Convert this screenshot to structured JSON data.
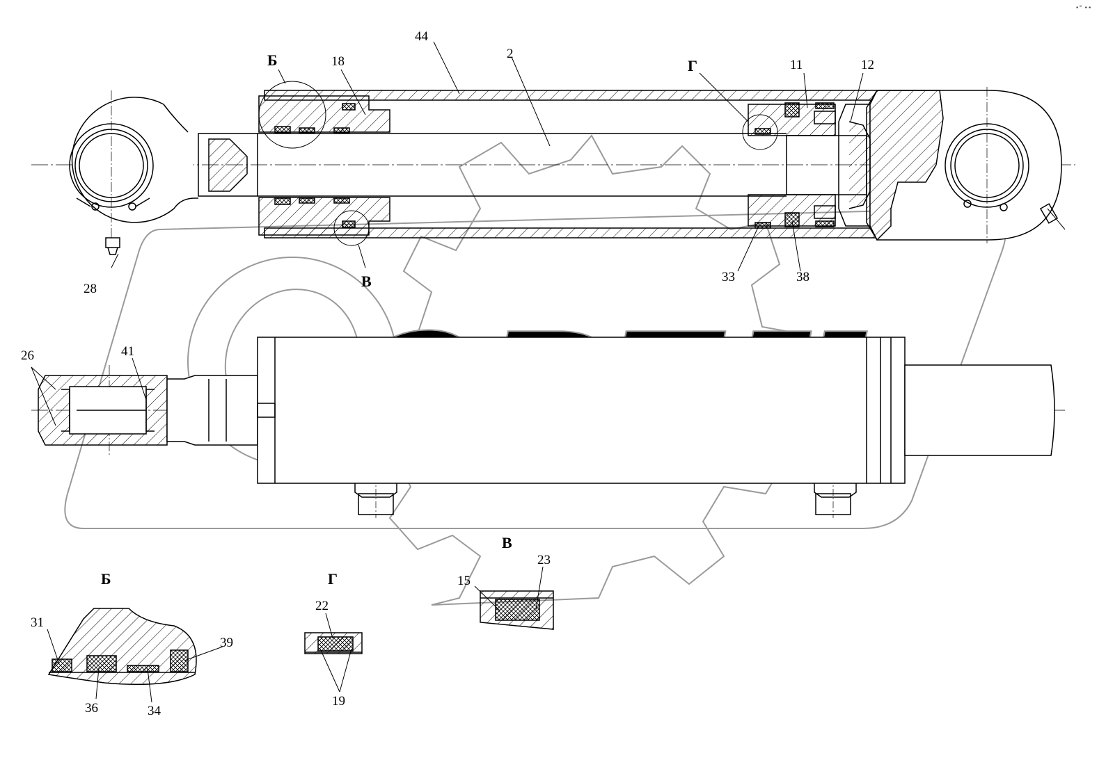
{
  "watermark": "OPEX",
  "corner_mark": "•° ••",
  "views": {
    "b": "Б",
    "v": "В",
    "g": "Г"
  },
  "callouts": {
    "n44": "44",
    "n2": "2",
    "n18": "18",
    "n11": "11",
    "n12": "12",
    "n28": "28",
    "n33": "33",
    "n38": "38",
    "n26": "26",
    "n41": "41",
    "n23": "23",
    "n15": "15",
    "n22": "22",
    "n19": "19",
    "n31": "31",
    "n39": "39",
    "n36": "36",
    "n34": "34"
  }
}
